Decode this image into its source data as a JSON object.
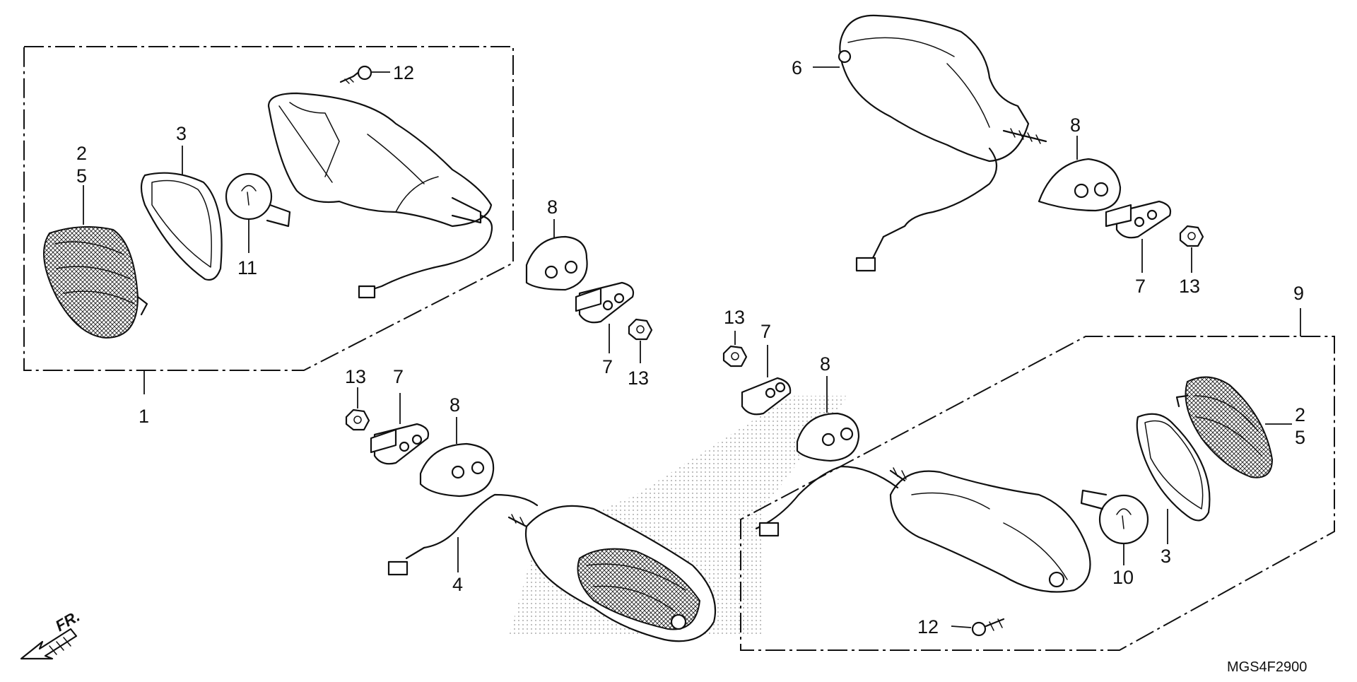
{
  "diagram": {
    "code": "MGS4F2900",
    "direction_label": "FR.",
    "callouts": {
      "c1": "1",
      "c2a": "2",
      "c5a": "5",
      "c3a": "3",
      "c11": "11",
      "c12a": "12",
      "c6": "6",
      "c8a": "8",
      "c7a": "7",
      "c13a": "13",
      "c8b": "8",
      "c7b": "7",
      "c13b": "13",
      "c13c": "13",
      "c7c": "7",
      "c8c": "8",
      "c4": "4",
      "c13d": "13",
      "c7d": "7",
      "c8d": "8",
      "c9": "9",
      "c2b": "2",
      "c5b": "5",
      "c3b": "3",
      "c10": "10",
      "c12b": "12"
    }
  }
}
